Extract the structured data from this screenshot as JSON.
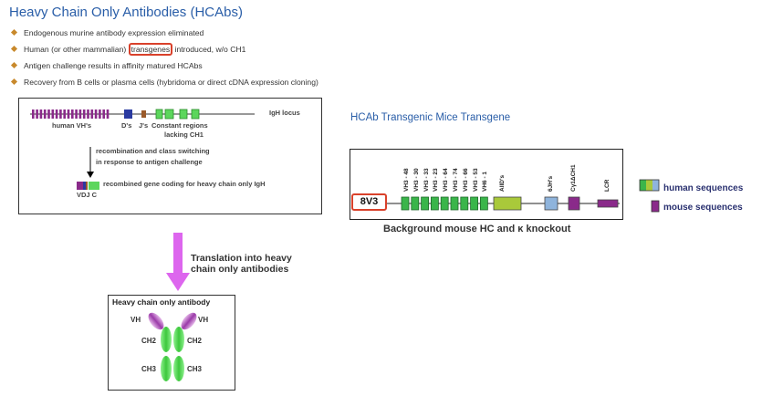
{
  "title": "Heavy Chain Only Antibodies (HCAbs)",
  "bullets": [
    {
      "text": "Endogenous murine antibody expression eliminated"
    },
    {
      "before": "Human (or other mammalian) ",
      "highlight": "transgenes",
      "after": " introduced, w/o CH1"
    },
    {
      "text": "Antigen challenge results in affinity matured HCAbs"
    },
    {
      "text": "Recovery from B cells or plasma cells (hybridoma or direct cDNA expression cloning)"
    }
  ],
  "igh_diagram": {
    "locus_label": "IgH locus",
    "human_vh_label": "human VH's",
    "ds_label": "D's",
    "js_label": "J's",
    "constant_label_1": "Constant regions",
    "constant_label_2": "lacking CH1",
    "recombination_1": "recombination and class switching",
    "recombination_2": "in response to antigen challenge",
    "recombined_label": "recombined gene coding for heavy chain only IgH",
    "vdjc_label": "VDJ  C",
    "colors": {
      "vh": "#8a2a8a",
      "d": "#2a3aa0",
      "j": "#9a5a2a",
      "constant": "#5cd65c"
    }
  },
  "transgene": {
    "title": "HCAb Transgenic Mice Transgene",
    "badge": "8V3",
    "vh_labels": [
      "VH3 - 48",
      "VH3 - 30",
      "VH3 - 33",
      "VH3 - 23",
      "VH3 - 64",
      "VH3 - 74",
      "VH3 - 66",
      "VH3 - 53",
      "VH6 - 1"
    ],
    "alld_label": "AllD's",
    "jh_label": "6JH's",
    "cy_label": "Cγ1ΔCH1",
    "lcr_label": "LCR",
    "caption": "Background mouse HC and κ knockout",
    "colors": {
      "vh": "#3ab54a",
      "alld": "#a9c93a",
      "jh": "#8fb4dc",
      "mouse": "#8a2a8a"
    }
  },
  "legend": {
    "human": "human sequences",
    "mouse": "mouse sequences"
  },
  "translation": {
    "line1": "Translation into heavy",
    "line2": "chain only antibodies",
    "arrow_color": "#dd66ee"
  },
  "antibody": {
    "title": "Heavy chain only antibody",
    "vh_left": "VH",
    "vh_right": "VH",
    "ch2_left": "CH2",
    "ch2_right": "CH2",
    "ch3_left": "CH3",
    "ch3_right": "CH3"
  }
}
